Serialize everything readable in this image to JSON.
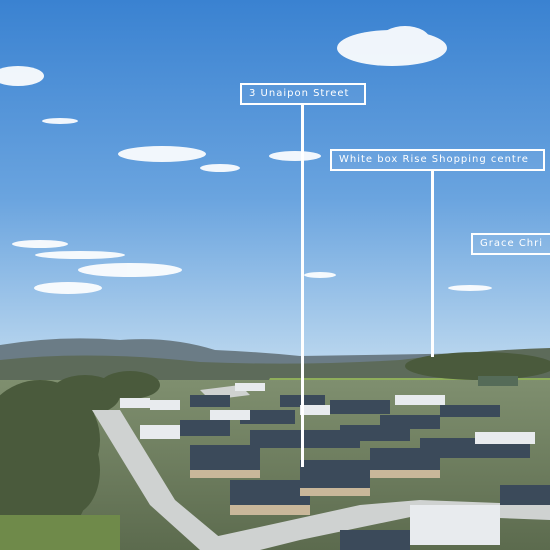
{
  "callouts": [
    {
      "label": "3 Unaipon Street"
    },
    {
      "label": "White box Rise Shopping centre"
    },
    {
      "label": "Grace Chri"
    }
  ],
  "colors": {
    "sky_top": "#3f86d2",
    "sky_horizon": "#b9d6ee",
    "hills": "#6b7c86",
    "field": "#8fae5b",
    "trees": "#4a5a3c",
    "roofs": "#394a5c",
    "road": "#cfd2d1",
    "callout": "#ffffff"
  }
}
